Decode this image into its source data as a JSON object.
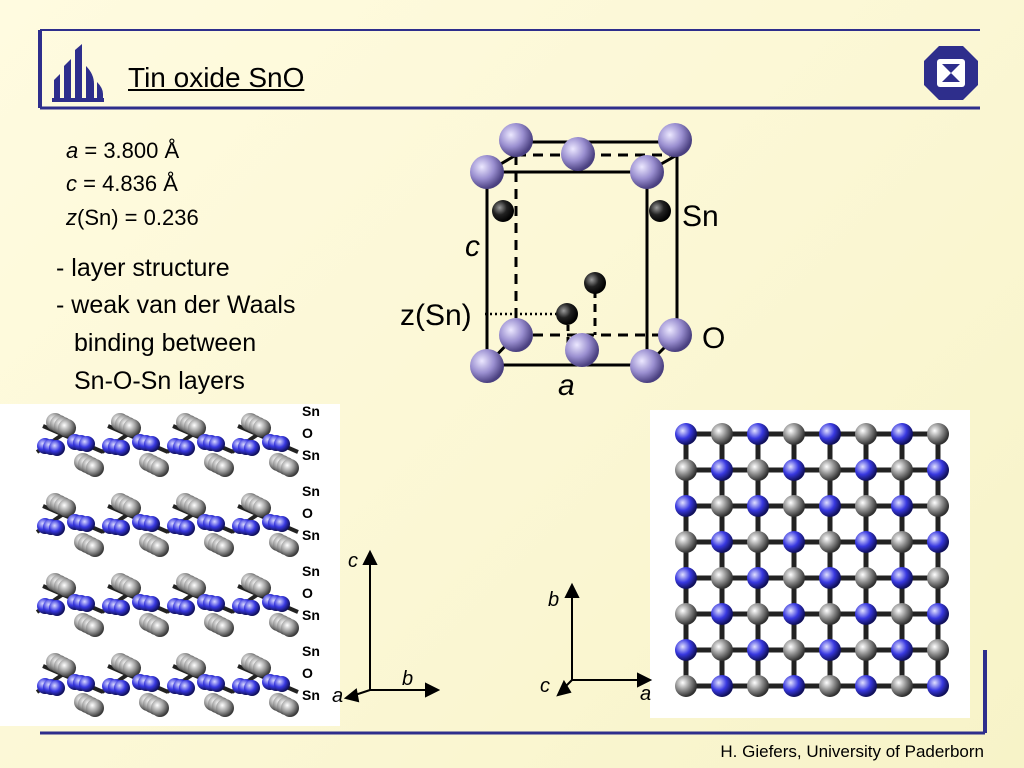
{
  "slide": {
    "title": "Tin oxide SnO",
    "footer": "H. Giefers, University of Paderborn"
  },
  "parameters": [
    {
      "symbol": "a",
      "text": " = 3.800 Å"
    },
    {
      "symbol": "c",
      "text": " = 4.836 Å"
    },
    {
      "symbol": "z",
      "text": "(Sn) = 0.236"
    }
  ],
  "notes": [
    "- layer structure",
    "- weak van der Waals",
    "binding between",
    "Sn-O-Sn layers"
  ],
  "unit_cell": {
    "label_c": "c",
    "label_a": "a",
    "label_zsn": "z(Sn)",
    "label_sn": "Sn",
    "label_o": "O"
  },
  "layer_view": {
    "layers": [
      {
        "labels": [
          "Sn",
          "O",
          "Sn"
        ]
      },
      {
        "labels": [
          "Sn",
          "O",
          "Sn"
        ]
      },
      {
        "labels": [
          "Sn",
          "O",
          "Sn"
        ]
      },
      {
        "labels": [
          "Sn",
          "O",
          "Sn"
        ]
      }
    ],
    "axis_c": "c",
    "axis_b": "b",
    "axis_a": "a"
  },
  "top_view": {
    "axis_b": "b",
    "axis_c": "c",
    "axis_a": "a"
  },
  "colors": {
    "frame": "#2e2e8c",
    "tin_atom": "#9a8fd0",
    "oxygen_blue": "#3838e0",
    "sn_gray": "#8a8a8a"
  }
}
